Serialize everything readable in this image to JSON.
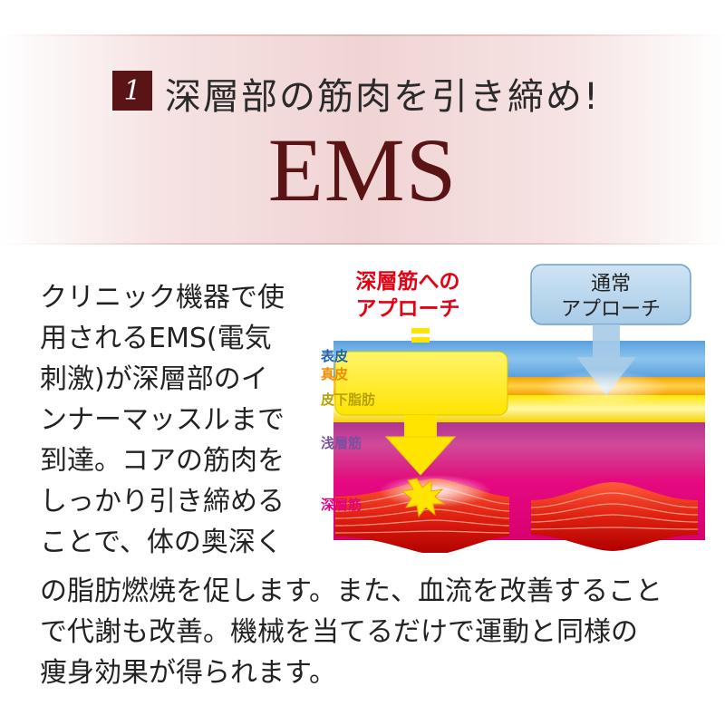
{
  "header": {
    "badge_number": "1",
    "subtitle": "深層部の筋肉を引き締め!",
    "title": "EMS"
  },
  "body": {
    "lines_1": [
      "クリニック機器で使",
      "用されるEMS(電気",
      "刺激)が深層部のイ",
      "ンナーマッスルまで",
      "到達。コアの筋肉を",
      "しっかり引き締める",
      "ことで、体の奥深く"
    ],
    "lines_2": [
      "の脂肪燃焼を促します。また、血流を改善すること",
      "で代謝も改善。機械を当てるだけで運動と同様の",
      "痩身効果が得られます。"
    ]
  },
  "diagram": {
    "deep_approach_label": [
      "深層筋への",
      "アプローチ"
    ],
    "normal_approach_label": [
      "通常",
      "アプローチ"
    ],
    "layers": {
      "epidermis": "表皮",
      "dermis": "真皮",
      "subcutaneous_fat": "皮下脂肪",
      "superficial_muscle": "浅層筋",
      "deep_muscle": "深層筋"
    },
    "colors": {
      "deep_label": "#e60012",
      "normal_box": "#b5d3ea",
      "yellow_arrow": "#ffee33",
      "epidermis_label": "#1a63b5",
      "dermis_label": "#f08c00",
      "fat_label": "#b8a000",
      "superficial_label": "#7a4fa0",
      "deep_muscle_label": "#e6007e",
      "title_maroon": "#5a1416"
    }
  }
}
